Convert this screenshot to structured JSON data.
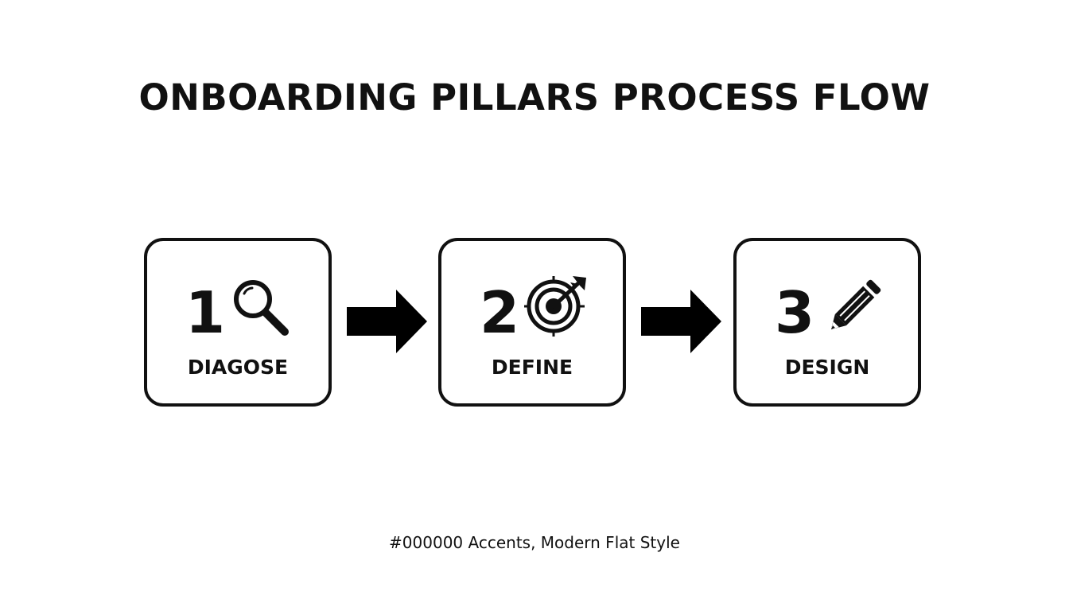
{
  "title": "ONBOARDING PILLARS PROCESS FLOW",
  "steps": [
    {
      "number": "1",
      "label": "DIAGOSE",
      "icon": "magnifying-glass-icon"
    },
    {
      "number": "2",
      "label": "DEFINE",
      "icon": "target-icon"
    },
    {
      "number": "3",
      "label": "DESIGN",
      "icon": "pencil-icon"
    }
  ],
  "caption": "#000000 Accents, Modern Flat Style",
  "colors": {
    "accent": "#000000",
    "background": "#ffffff"
  }
}
